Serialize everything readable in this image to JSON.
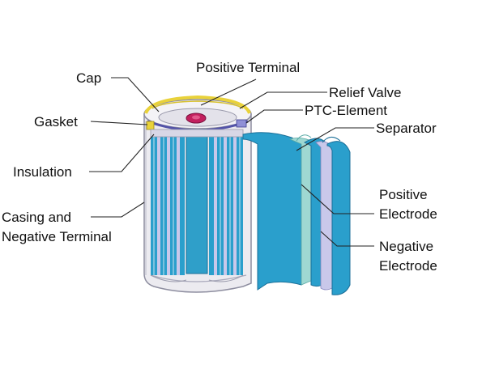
{
  "diagram": {
    "labels": {
      "cap": "Cap",
      "positive_terminal": "Positive Terminal",
      "relief_valve": "Relief Valve",
      "gasket": "Gasket",
      "ptc_element": "PTC-Element",
      "separator": "Separator",
      "insulation": "Insulation",
      "casing_line1": "Casing and",
      "casing_line2": "Negative Terminal",
      "positive_electrode_line1": "Positive",
      "positive_electrode_line2": "Electrode",
      "negative_electrode_line1": "Negative",
      "negative_electrode_line2": "Electrode"
    },
    "colors": {
      "casing": "#ecebf0",
      "casing_outline": "#8e8ea0",
      "electrode_blue": "#2a9fcc",
      "electrode_dark": "#1b6f98",
      "separator_light": "#9fd8d2",
      "negative_lavender": "#c9c8ea",
      "cap_yellow": "#e9d23a",
      "cap_terminal_pink": "#c2205e"
    }
  }
}
